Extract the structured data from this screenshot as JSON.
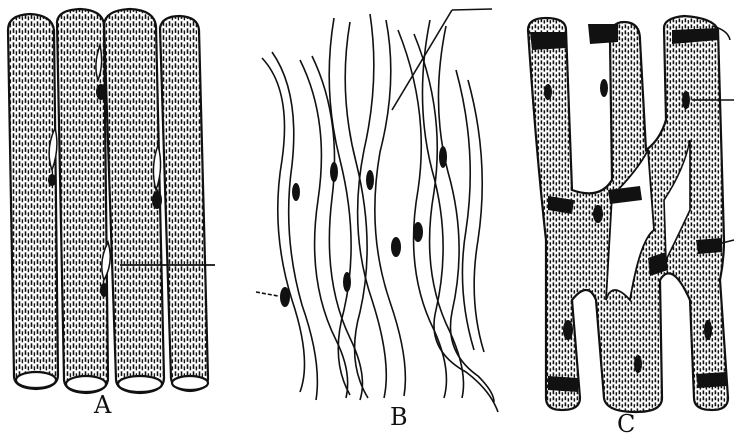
{
  "panels": [
    {
      "label": "A"
    },
    {
      "label": "B"
    },
    {
      "label": "C"
    }
  ],
  "colors": {
    "ink": "#111111",
    "paper": "#ffffff"
  },
  "icons": [
    "skeletal-muscle-fibers",
    "smooth-muscle-fibers",
    "cardiac-muscle-fibers"
  ]
}
